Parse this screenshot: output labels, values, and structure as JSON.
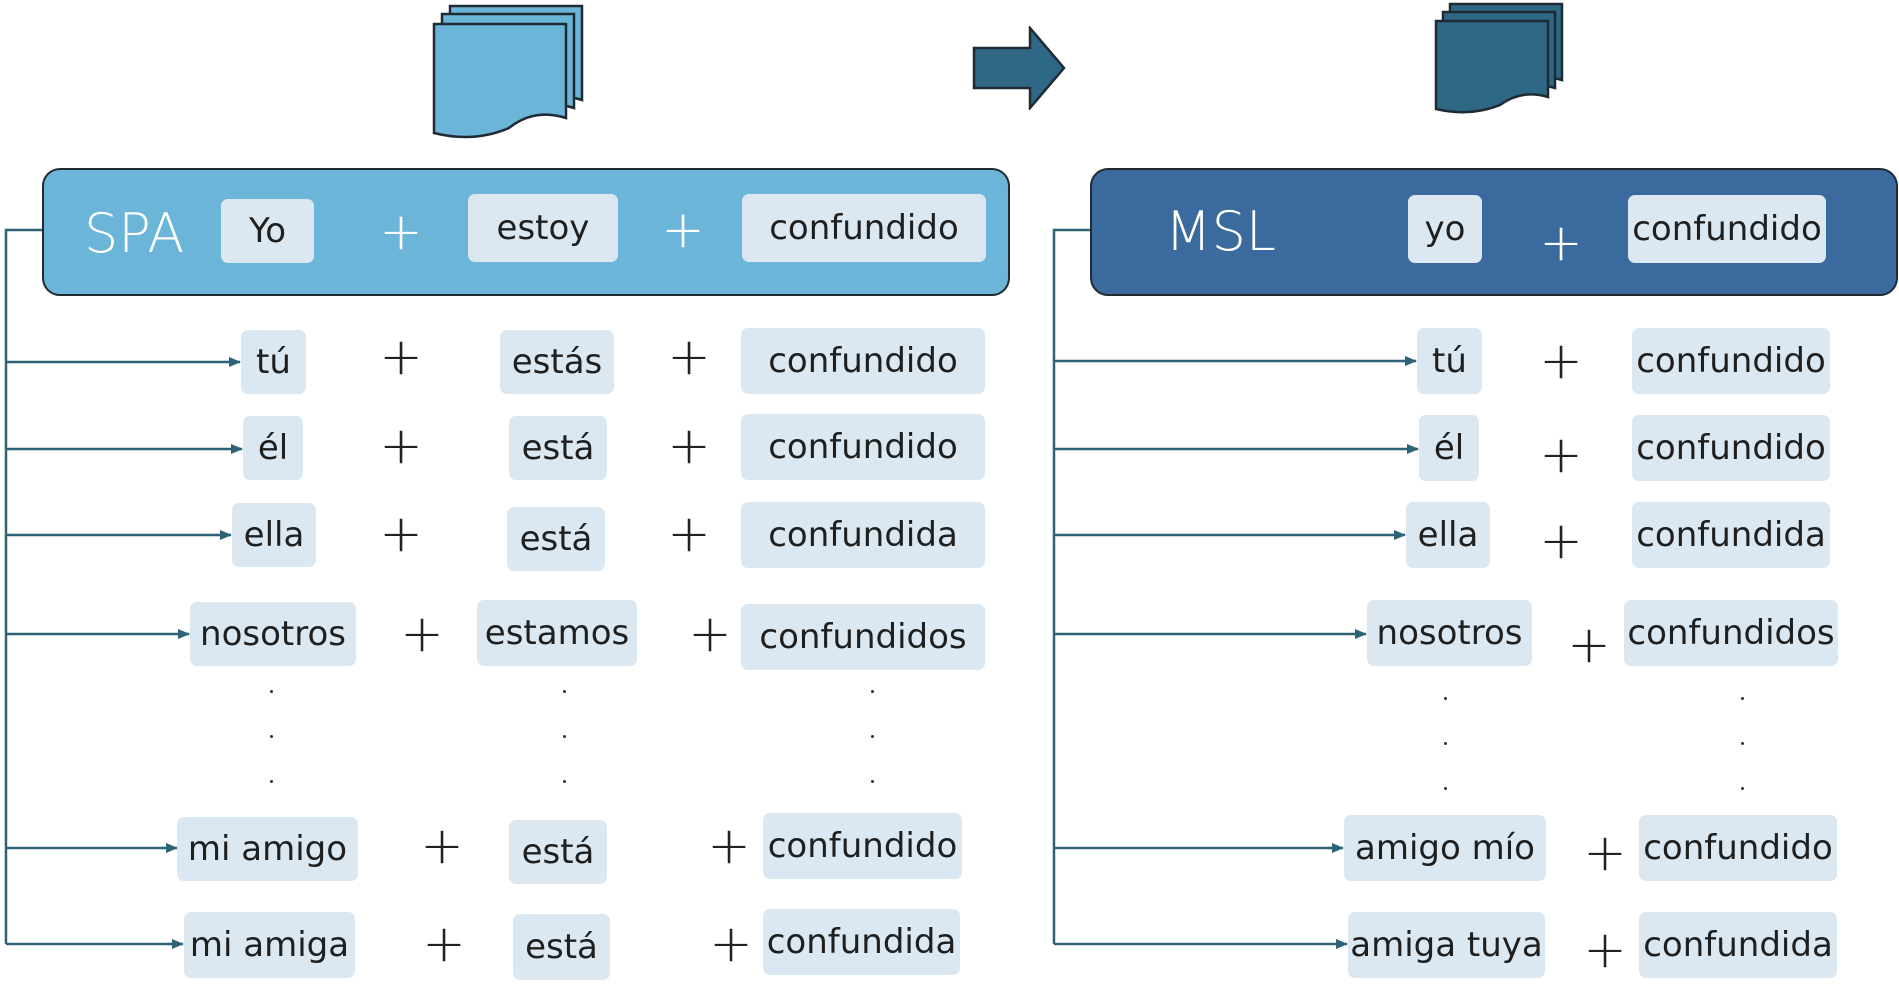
{
  "colors": {
    "spa_header": "#6ab5d8",
    "msl_header": "#3a6a9e",
    "pill": "#dce8f1",
    "connector": "#2e6277",
    "doc_light": "#6ab5d8",
    "doc_dark": "#2f6884",
    "arrow": "#2f6884"
  },
  "spa": {
    "label": "SPA",
    "header_row": [
      "Yo",
      "estoy",
      "confundido"
    ],
    "rows": [
      [
        "tú",
        "estás",
        "confundido"
      ],
      [
        "él",
        "está",
        "confundido"
      ],
      [
        "ella",
        "está",
        "confundida"
      ],
      [
        "nosotros",
        "estamos",
        "confundidos"
      ],
      [
        "mi amigo",
        "está",
        "confundido"
      ],
      [
        "mi amiga",
        "está",
        "confundida"
      ]
    ]
  },
  "msl": {
    "label": "MSL",
    "header_row": [
      "yo",
      "confundido"
    ],
    "rows": [
      [
        "tú",
        "confundido"
      ],
      [
        "él",
        "confundido"
      ],
      [
        "ella",
        "confundida"
      ],
      [
        "nosotros",
        "confundidos"
      ],
      [
        "amigo mío",
        "confundido"
      ],
      [
        "amiga tuya",
        "confundida"
      ]
    ]
  },
  "symbols": {
    "plus": "+"
  },
  "icons": {
    "source_docs": "document-stack-icon",
    "target_docs": "document-stack-icon",
    "translate_arrow": "arrow-right-icon"
  }
}
